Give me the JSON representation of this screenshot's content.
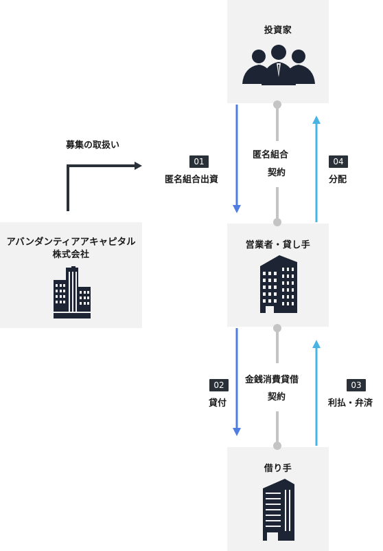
{
  "nodes": {
    "investor": {
      "title": "投資家"
    },
    "operator": {
      "title": "営業者・貸し手"
    },
    "borrower": {
      "title": "借り手"
    },
    "company": {
      "title_line1": "アバンダンティアアキャピタル",
      "title_line2": "株式会社"
    }
  },
  "edges": {
    "solicitation": {
      "label": "募集の取扱い"
    },
    "investment": {
      "badge": "01",
      "label": "匿名組合出資"
    },
    "tk_contract": {
      "label_line1": "匿名組合",
      "label_line2": "契約"
    },
    "distribution": {
      "badge": "04",
      "label": "分配"
    },
    "lending": {
      "badge": "02",
      "label": "貸付"
    },
    "loan_contract": {
      "label_line1": "金銭消費貸借",
      "label_line2": "契約"
    },
    "repayment": {
      "badge": "03",
      "label": "利払・弁済"
    }
  },
  "colors": {
    "box_bg": "#f2f2f2",
    "down_arrow": "#4f7de0",
    "up_arrow": "#49b3e3",
    "connector": "#c4c4c4",
    "dark": "#2a3038"
  }
}
